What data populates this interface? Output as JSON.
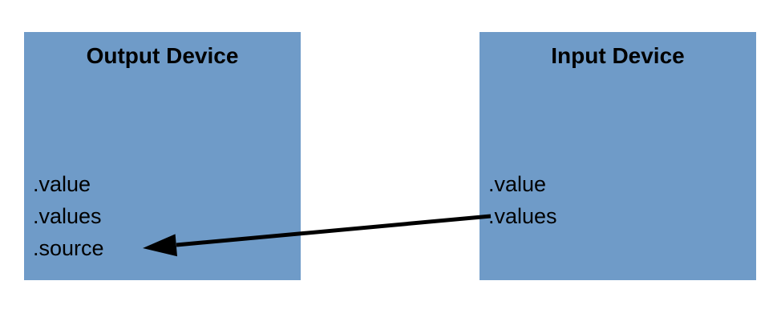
{
  "diagram": {
    "box_fill": "#6f9bc8",
    "text_color": "#000000",
    "arrow_color": "#000000",
    "output_device": {
      "title": "Output Device",
      "properties": [
        ".value",
        ".values",
        ".source"
      ]
    },
    "input_device": {
      "title": "Input Device",
      "properties": [
        ".value",
        ".values"
      ]
    },
    "arrow": {
      "from": "Input Device .values",
      "to": "Output Device .source"
    }
  }
}
